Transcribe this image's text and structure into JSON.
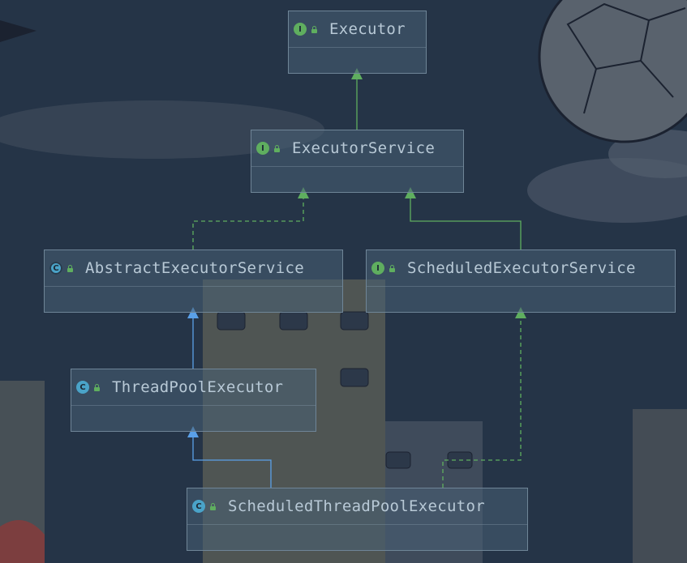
{
  "colors": {
    "background": "#253447",
    "interface_badge": "#5fae5f",
    "class_badge": "#4aa3c8",
    "realization_arrow": "#5fae5f",
    "inheritance_arrow": "#5aa0e8"
  },
  "nodes": {
    "executor": {
      "kind": "interface",
      "badge": "I",
      "label": "Executor"
    },
    "executor_service": {
      "kind": "interface",
      "badge": "I",
      "label": "ExecutorService"
    },
    "abstract_executor_service": {
      "kind": "abstract-class",
      "badge": "C",
      "label": "AbstractExecutorService"
    },
    "scheduled_executor_service": {
      "kind": "interface",
      "badge": "I",
      "label": "ScheduledExecutorService"
    },
    "thread_pool_executor": {
      "kind": "class",
      "badge": "C",
      "label": "ThreadPoolExecutor"
    },
    "scheduled_thread_pool_executor": {
      "kind": "class",
      "badge": "C",
      "label": "ScheduledThreadPoolExecutor"
    }
  },
  "edges": [
    {
      "from": "executor_service",
      "to": "executor",
      "type": "interface-extends"
    },
    {
      "from": "abstract_executor_service",
      "to": "executor_service",
      "type": "implements"
    },
    {
      "from": "scheduled_executor_service",
      "to": "executor_service",
      "type": "interface-extends"
    },
    {
      "from": "thread_pool_executor",
      "to": "abstract_executor_service",
      "type": "extends"
    },
    {
      "from": "scheduled_thread_pool_executor",
      "to": "thread_pool_executor",
      "type": "extends"
    },
    {
      "from": "scheduled_thread_pool_executor",
      "to": "scheduled_executor_service",
      "type": "implements"
    }
  ]
}
